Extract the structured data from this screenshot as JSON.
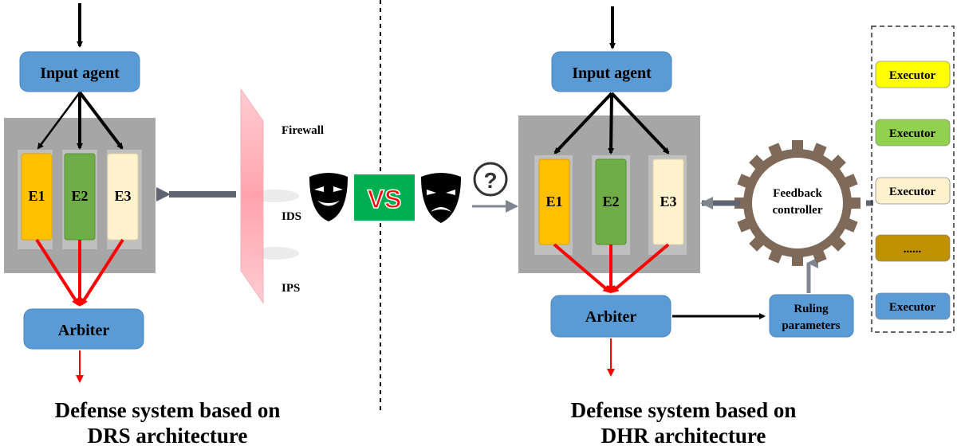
{
  "left": {
    "input_agent": "Input agent",
    "executors": [
      "E1",
      "E2",
      "E3"
    ],
    "arbiter": "Arbiter",
    "caption_line1": "Defense system based on",
    "caption_line2": "DRS architecture",
    "security_layers": [
      "Firewall",
      "IDS",
      "IPS"
    ]
  },
  "center": {
    "vs": "VS",
    "question": "?"
  },
  "right": {
    "input_agent": "Input agent",
    "executors": [
      "E1",
      "E2",
      "E3"
    ],
    "arbiter": "Arbiter",
    "feedback_line1": "Feedback",
    "feedback_line2": "controller",
    "ruling_line1": "Ruling",
    "ruling_line2": "parameters",
    "pool": [
      "Executor",
      "Executor",
      "Executor",
      "......",
      "Executor"
    ],
    "caption_line1": "Defense system based on",
    "caption_line2": "DHR architecture"
  },
  "colors": {
    "e1": "#ffc000",
    "e2": "#70ad47",
    "e3": "#fff2cc",
    "pool": [
      "#ffff00",
      "#92d050",
      "#fff2cc",
      "#bf9000",
      "#5b9bd5"
    ],
    "accent_red": "#ff0000",
    "vs_green": "#00b050"
  }
}
